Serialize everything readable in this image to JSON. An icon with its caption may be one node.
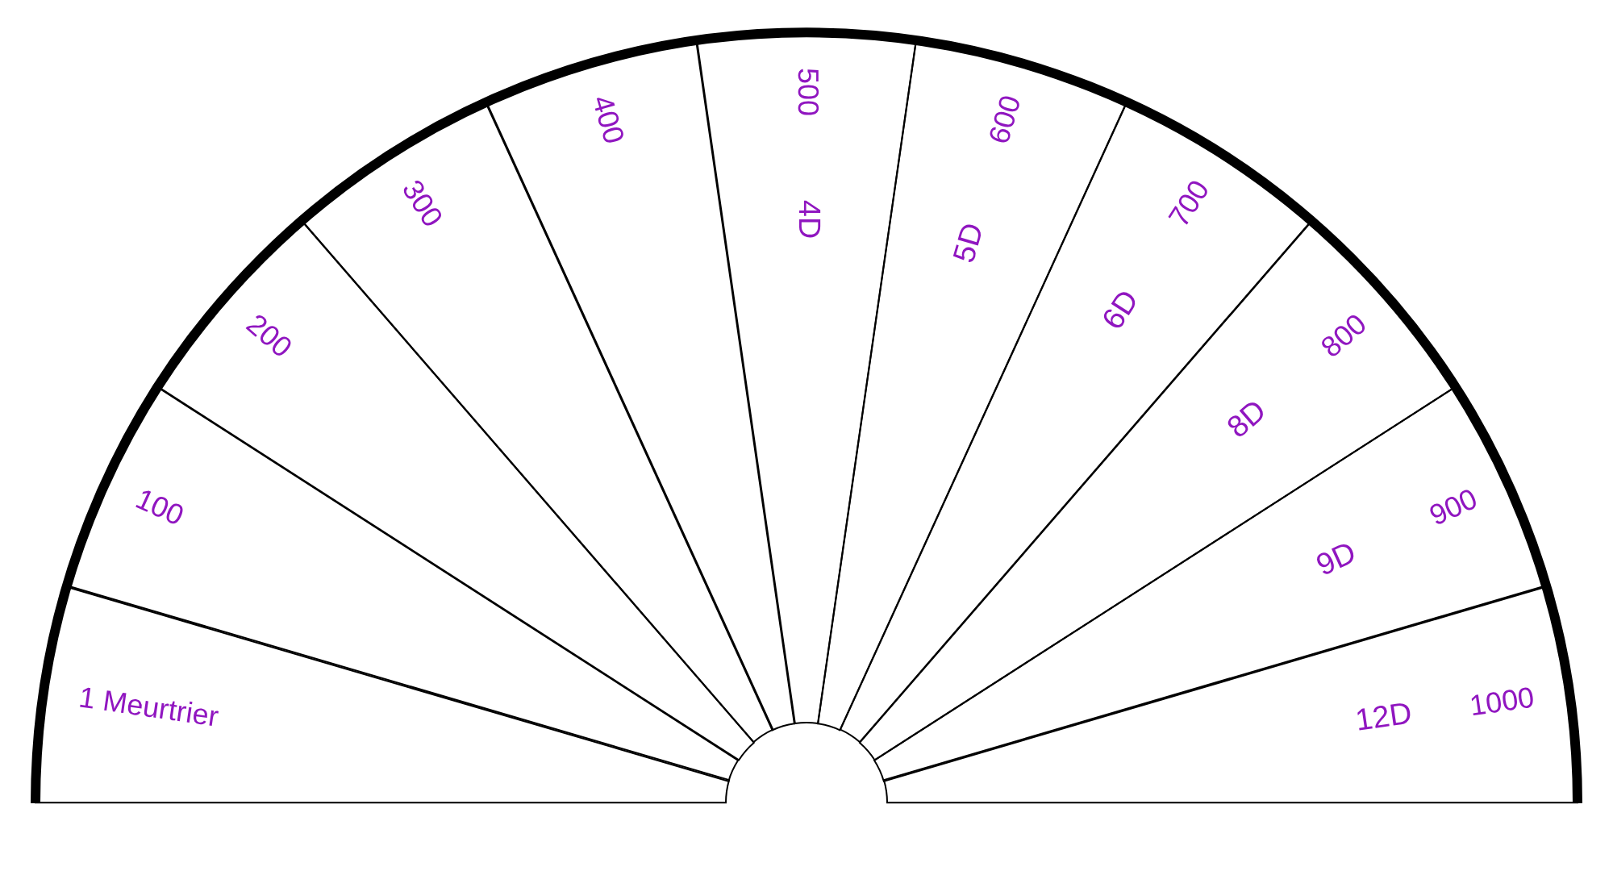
{
  "diagram": {
    "nodes": [
      {
        "text": [
          "1 Meurtrier"
        ]
      },
      {
        "text": [
          "100"
        ]
      },
      {
        "text": [
          "200"
        ]
      },
      {
        "text": [
          "300"
        ]
      },
      {
        "text": [
          "400"
        ]
      },
      {
        "text": [
          "500",
          "4D"
        ]
      },
      {
        "text": [
          "600",
          "5D"
        ]
      },
      {
        "text": [
          "700",
          "6D"
        ]
      },
      {
        "text": [
          "800",
          "8D"
        ]
      },
      {
        "text": [
          "900",
          "9D"
        ]
      },
      {
        "text": [
          "1000",
          "12D"
        ]
      }
    ]
  }
}
